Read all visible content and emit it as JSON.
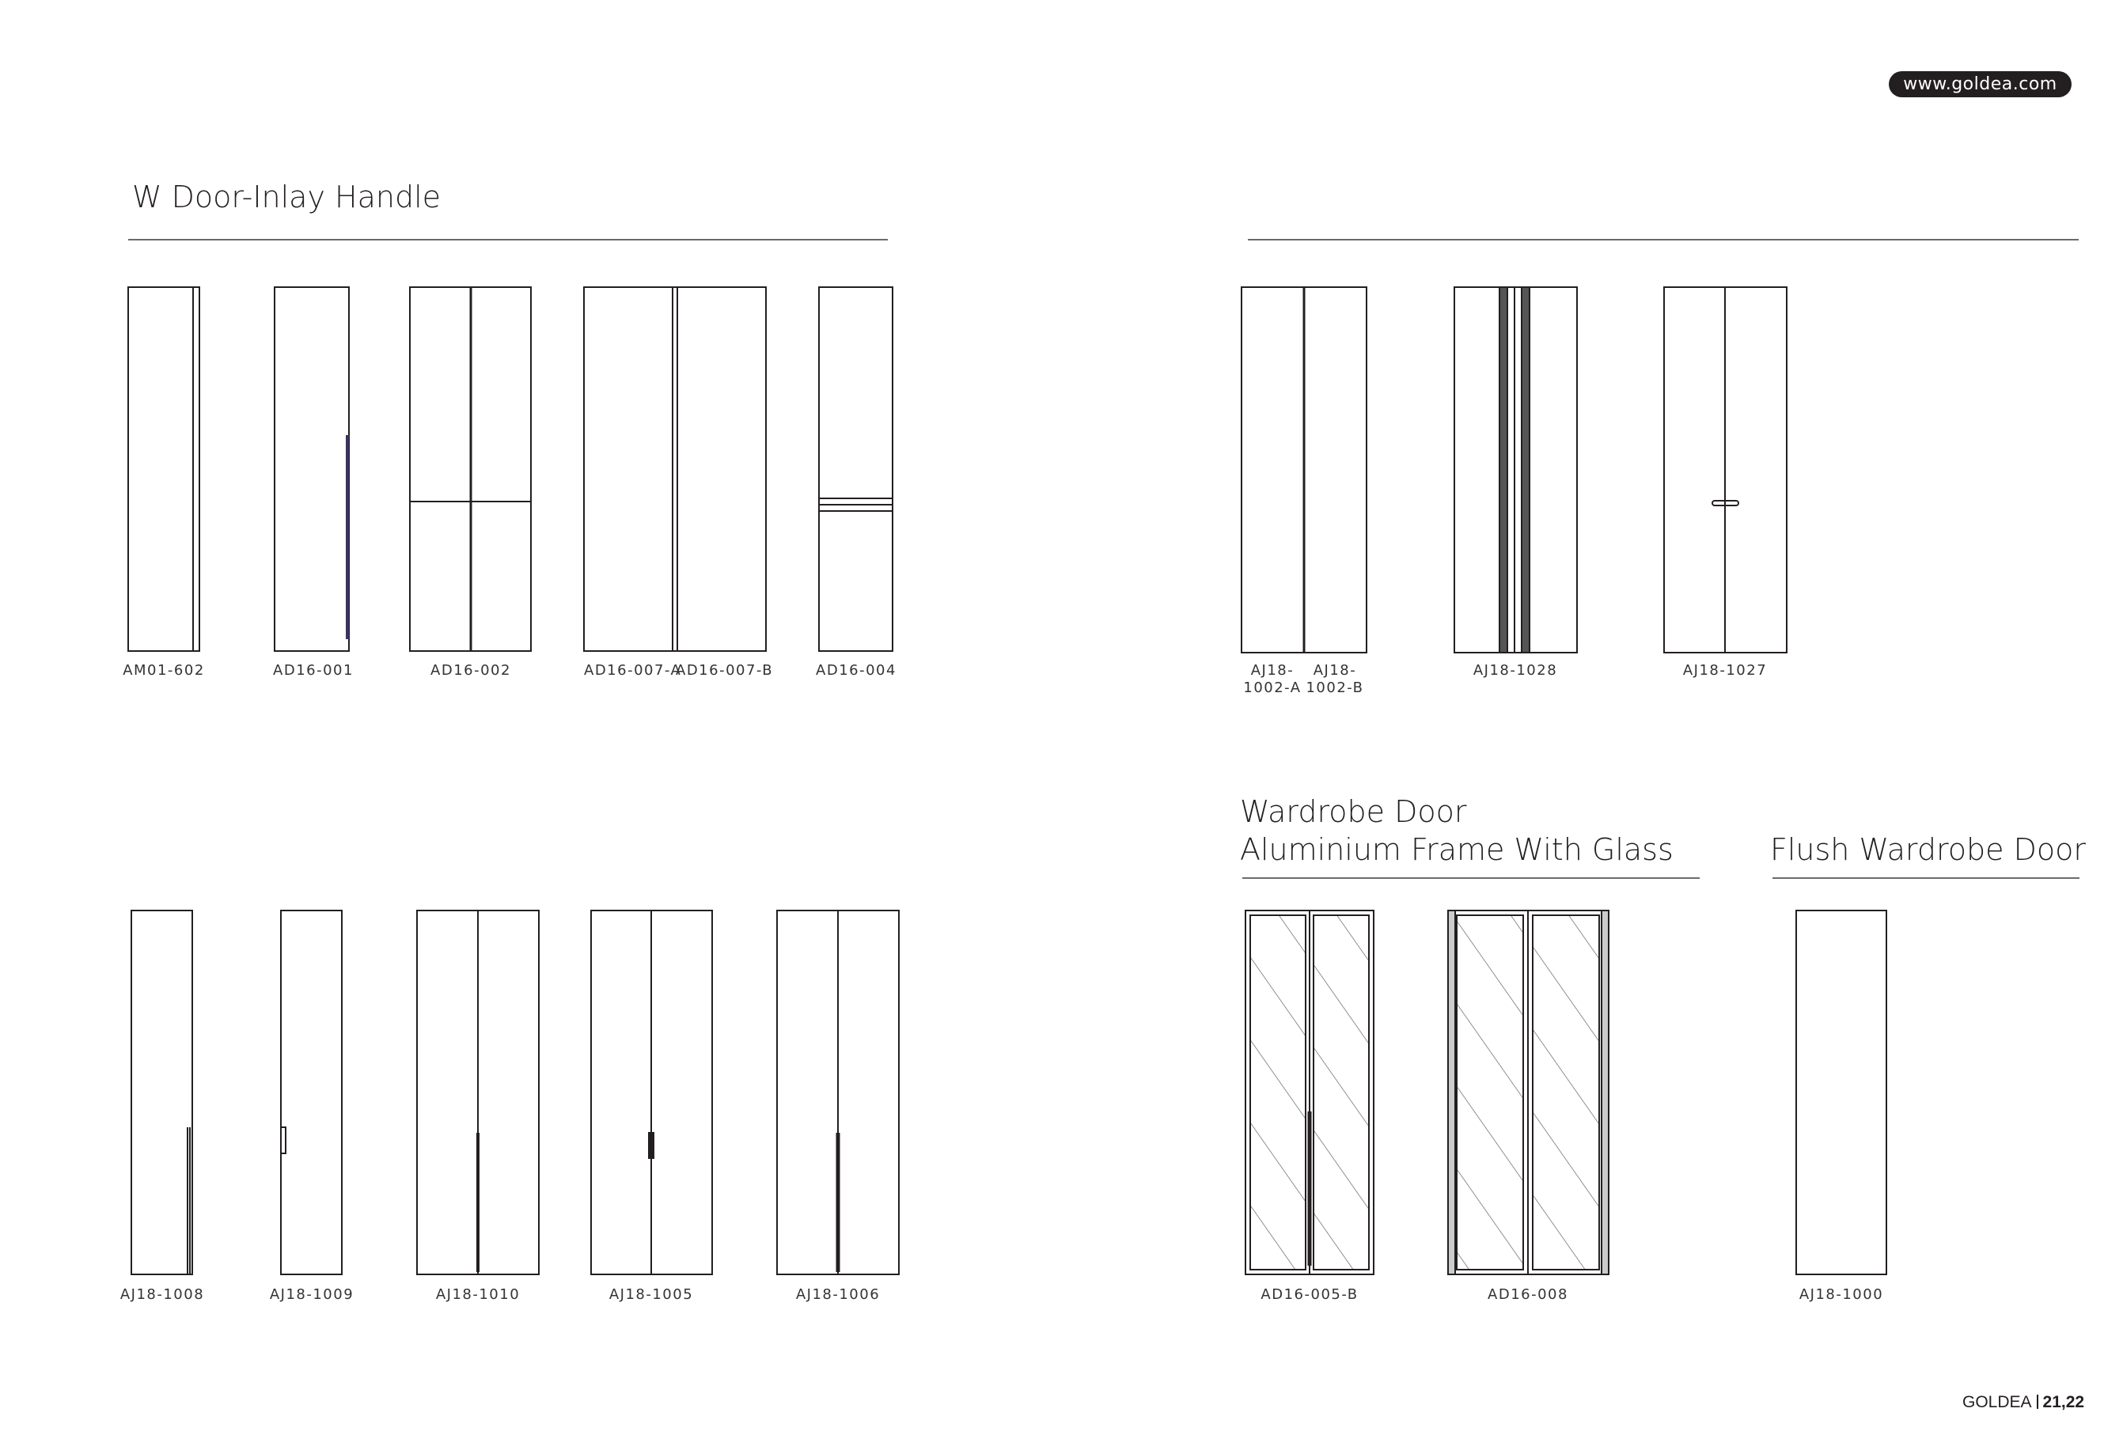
{
  "header": {
    "website": "www.goldea.com"
  },
  "sections": {
    "inlay": {
      "title": "W Door-Inlay Handle"
    },
    "glass": {
      "title_line1": "Wardrobe Door",
      "title_line2": "Aluminium Frame With Glass"
    },
    "flush": {
      "title": "Flush Wardrobe Door"
    }
  },
  "labels": {
    "am01_602": "AM01-602",
    "ad16_001": "AD16-001",
    "ad16_002": "AD16-002",
    "ad16_007_a": "AD16-007-A",
    "ad16_007_b": "AD16-007-B",
    "ad16_004": "AD16-004",
    "aj18_1002_a_1": "AJ18-",
    "aj18_1002_a_2": "1002-A",
    "aj18_1002_b_1": "AJ18-",
    "aj18_1002_b_2": "1002-B",
    "aj18_1028": "AJ18-1028",
    "aj18_1027": "AJ18-1027",
    "aj18_1008": "AJ18-1008",
    "aj18_1009": "AJ18-1009",
    "aj18_1010": "AJ18-1010",
    "aj18_1005": "AJ18-1005",
    "aj18_1006": "AJ18-1006",
    "ad16_005_b": "AD16-005-B",
    "ad16_008": "AD16-008",
    "aj18_1000": "AJ18-1000"
  },
  "footer": {
    "brand": "GOLDEA",
    "pages": "21,22"
  }
}
